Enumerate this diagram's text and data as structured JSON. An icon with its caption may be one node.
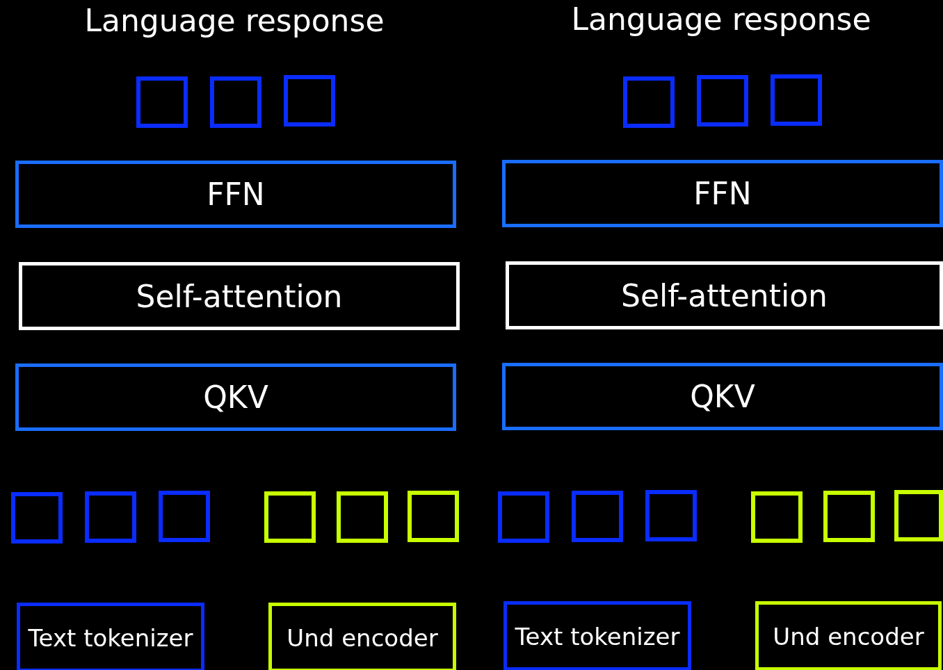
{
  "diagram": {
    "nodes": [
      {
        "text": [],
        "shape": "box"
      },
      {
        "text": [],
        "shape": "box"
      },
      {
        "text": [],
        "shape": "box"
      },
      {
        "text": [],
        "shape": "box"
      },
      {
        "text": [],
        "shape": "box"
      },
      {
        "text": [],
        "shape": "box"
      },
      {
        "text": [
          "FFN"
        ]
      },
      {
        "text": [
          "FFN"
        ]
      },
      {
        "text": [
          "Self-attention"
        ]
      },
      {
        "text": [
          "Self-attention"
        ]
      },
      {
        "text": [
          "QKV"
        ]
      },
      {
        "text": [
          "QKV"
        ]
      },
      {
        "text": [],
        "shape": "box"
      },
      {
        "text": [],
        "shape": "box"
      },
      {
        "text": [],
        "shape": "box"
      },
      {
        "text": [],
        "shape": "box"
      },
      {
        "text": [],
        "shape": "box"
      },
      {
        "text": [],
        "shape": "box"
      },
      {
        "text": [],
        "shape": "box"
      },
      {
        "text": [],
        "shape": "box"
      },
      {
        "text": [],
        "shape": "box"
      },
      {
        "text": [],
        "shape": "box"
      },
      {
        "text": [],
        "shape": "box"
      },
      {
        "text": [],
        "shape": "box"
      },
      {
        "text": [
          "Text tokenizer"
        ]
      },
      {
        "text": [
          "Und encoder"
        ]
      },
      {
        "text": [
          "Text tokenizer"
        ]
      },
      {
        "text": [
          "Und encoder"
        ]
      }
    ],
    "edges": [],
    "labels": [
      "Language response",
      "Language response"
    ]
  }
}
